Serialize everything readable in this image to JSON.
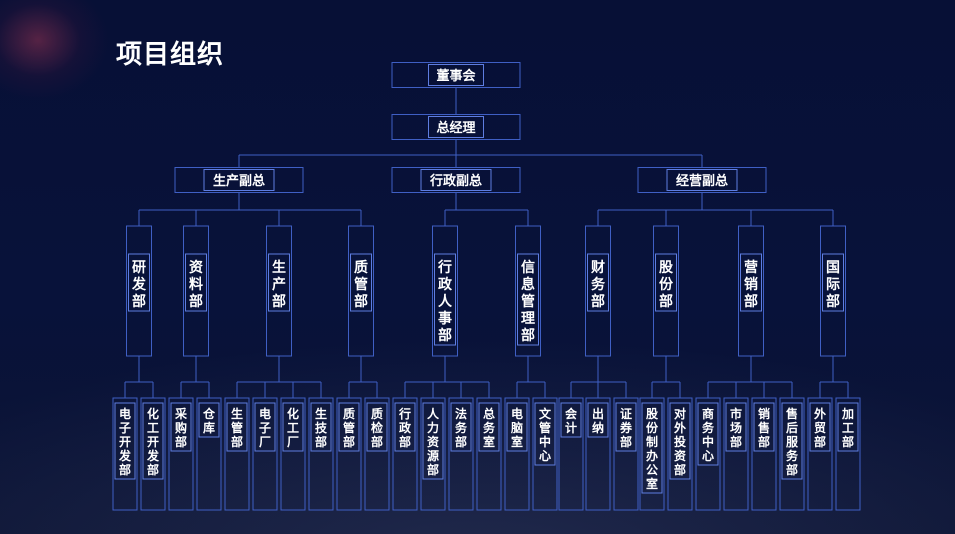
{
  "title": "项目组织",
  "colors": {
    "background": "#071036",
    "line": "#3f5fc4",
    "text": "#ffffff"
  },
  "org": {
    "board": "董事会",
    "gm": "总经理",
    "vps": [
      "生产副总",
      "行政副总",
      "经营副总"
    ],
    "departments": [
      "研发部",
      "资料部",
      "生产部",
      "质管部",
      "行政人事部",
      "信息管理部",
      "财务部",
      "股份部",
      "营销部",
      "国际部"
    ],
    "subunits": [
      "电子开发部",
      "化工开发部",
      "采购部",
      "仓库",
      "生管部",
      "电子厂",
      "化工厂",
      "生技部",
      "质管部",
      "质检部",
      "行政部",
      "人力资源部",
      "法务部",
      "总务室",
      "电脑室",
      "文管中心",
      "会计",
      "出纳",
      "证券部",
      "股份制办公室",
      "对外投资部",
      "商务中心",
      "市场部",
      "销售部",
      "售后服务部",
      "外贸部",
      "加工部"
    ]
  }
}
